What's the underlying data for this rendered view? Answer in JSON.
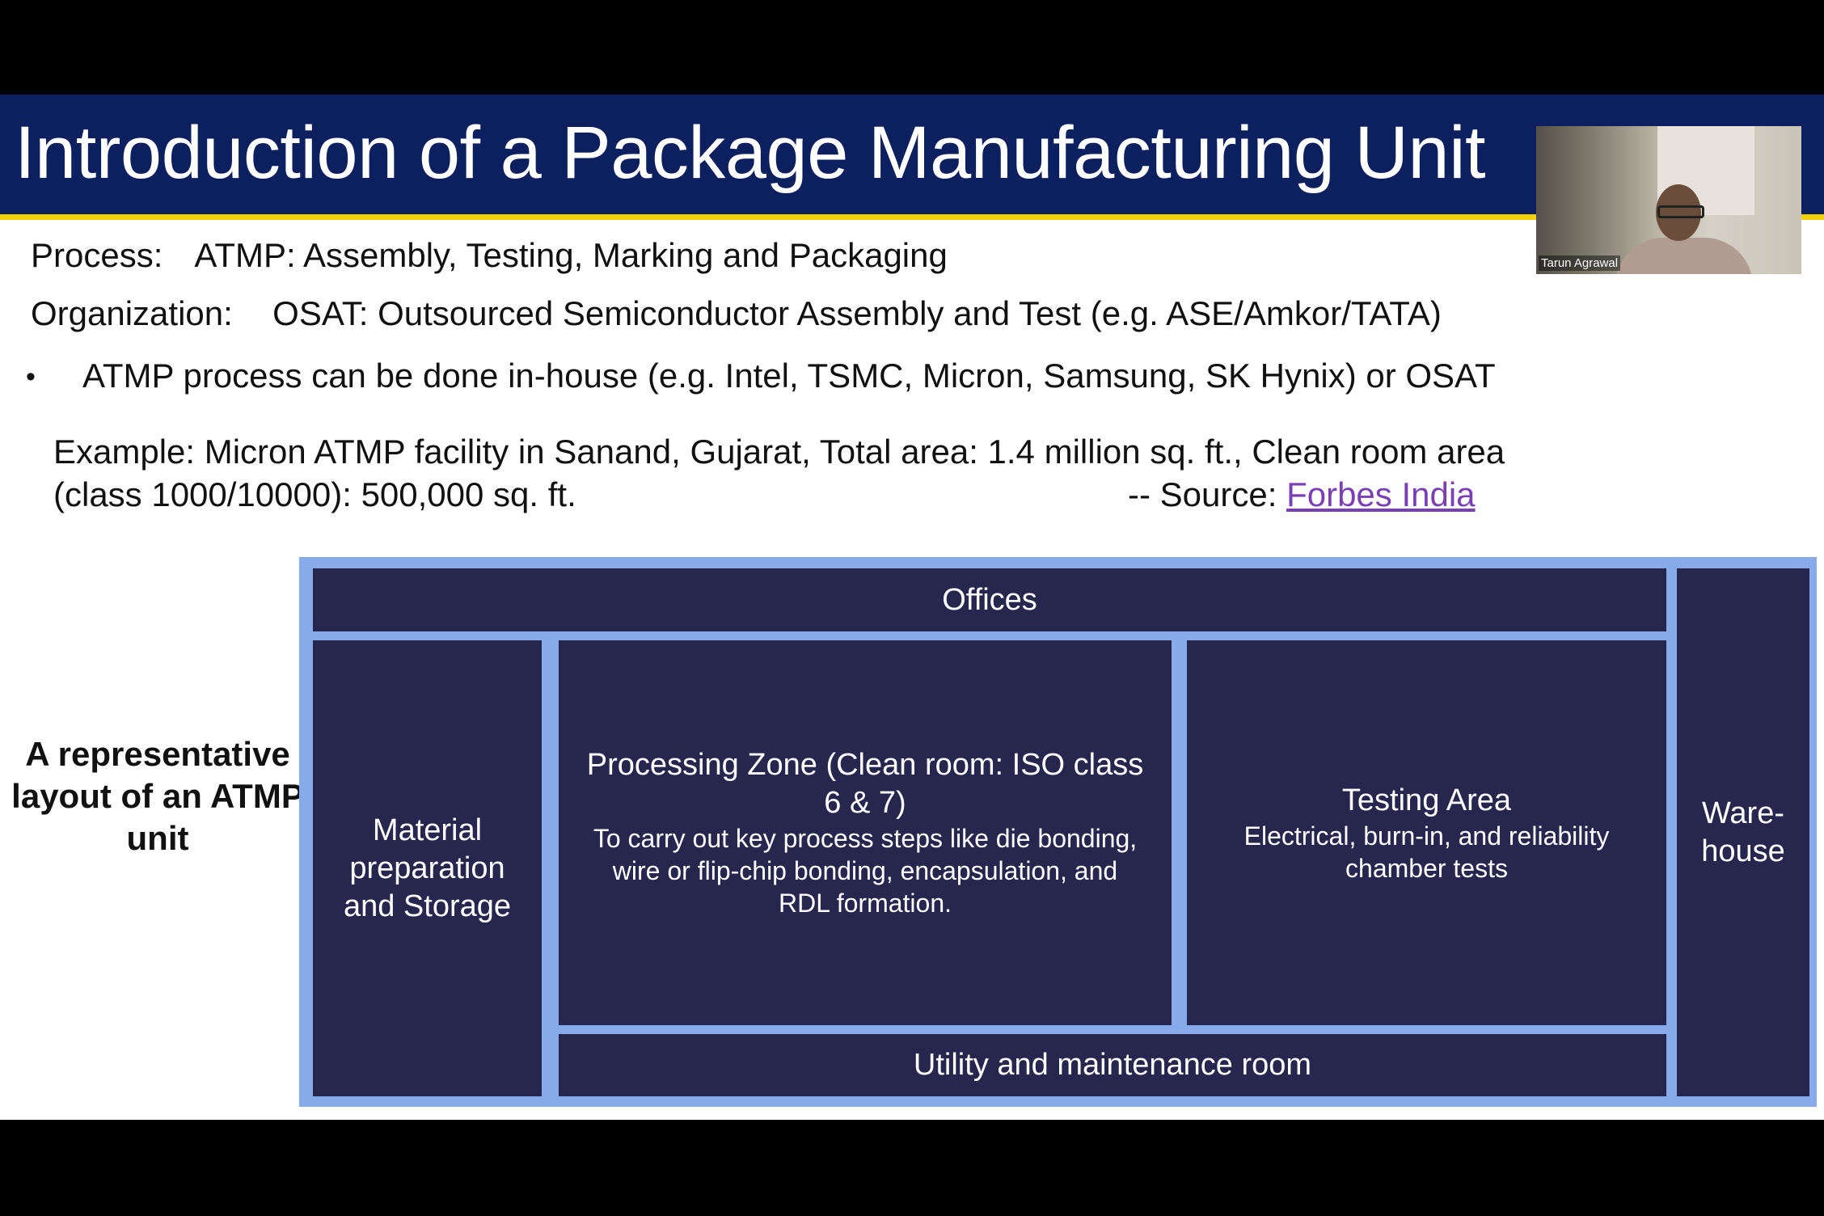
{
  "slide": {
    "title": "Introduction of a Package Manufacturing Unit",
    "process_label": "Process:",
    "process_text": "ATMP: Assembly, Testing, Marking and Packaging",
    "org_label": "Organization:",
    "org_text": "OSAT: Outsourced Semiconductor Assembly and Test (e.g. ASE/Amkor/TATA)",
    "bullet_mark": "•",
    "bullet_text": "ATMP process can be done in-house (e.g. Intel, TSMC, Micron, Samsung, SK Hynix) or OSAT",
    "example_line1": "Example: Micron ATMP facility in Sanand, Gujarat, Total area: 1.4 million sq. ft., Clean room area",
    "example_line2": "(class 1000/10000): 500,000 sq. ft.",
    "source_prefix": "-- Source: ",
    "source_link": "Forbes India",
    "side_label": "A representative layout of an ATMP unit"
  },
  "layout": {
    "offices": "Offices",
    "material_line1": "Material",
    "material_line2": "preparation",
    "material_line3": "and Storage",
    "processing_title_line1": "Processing Zone (Clean room: ISO class",
    "processing_title_line2": "6 & 7)",
    "processing_desc_line1": "To carry out key process steps like die bonding,",
    "processing_desc_line2": "wire or flip-chip bonding, encapsulation, and",
    "processing_desc_line3": "RDL formation.",
    "testing_title": "Testing Area",
    "testing_desc_line1": "Electrical, burn-in, and reliability",
    "testing_desc_line2": "chamber tests",
    "warehouse_line1": "Ware-",
    "warehouse_line2": "house",
    "utility": "Utility and maintenance room"
  },
  "webcam": {
    "participant_name": "Tarun Agrawal"
  },
  "colors": {
    "title_bar": "#0c1f5e",
    "title_underline": "#f2d200",
    "room_fill": "#26264f",
    "diagram_border": "#87aae8",
    "link": "#7a3fb5"
  }
}
